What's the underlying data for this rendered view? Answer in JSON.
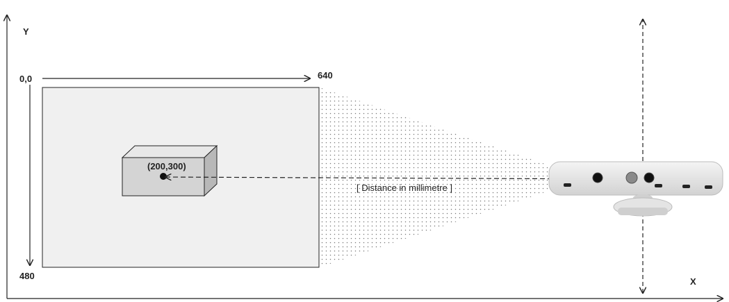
{
  "labels": {
    "y_axis": "Y",
    "x_axis": "X",
    "origin": "0,0",
    "width_px": "640",
    "height_px": "480",
    "point": "(200,300)",
    "distance": "[ Distance in millimetre ]"
  },
  "colors": {
    "frame_fill": "#f0f0f0",
    "box_front": "#d4d4d4",
    "box_top": "#e8e8e8",
    "box_side": "#b8b8b8",
    "line": "#222222",
    "dots": "#777777",
    "sensor_body": "#e6e6e6"
  },
  "icons": {
    "sensor": "kinect-depth-sensor-icon",
    "target_point": "filled-circle-icon"
  }
}
